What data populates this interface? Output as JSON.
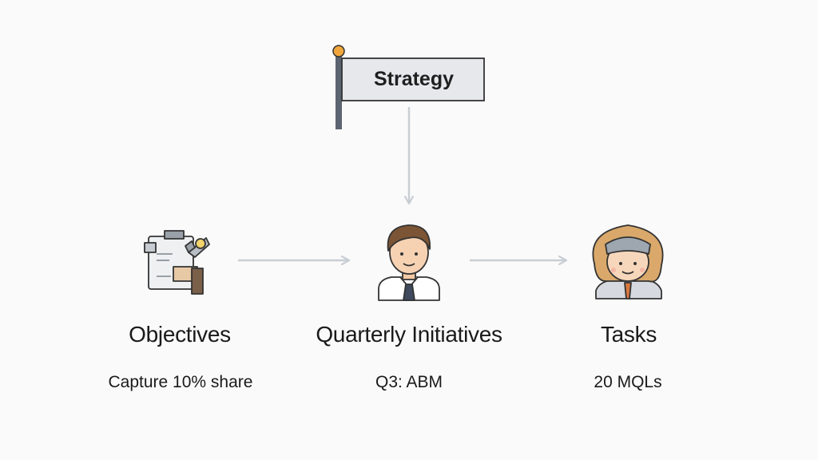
{
  "strategy": {
    "label": "Strategy"
  },
  "nodes": [
    {
      "id": "objectives",
      "title": "Objectives",
      "subtitle": "Capture 10% share"
    },
    {
      "id": "initiatives",
      "title": "Quarterly Initiatives",
      "subtitle": "Q3: ABM"
    },
    {
      "id": "tasks",
      "title": "Tasks",
      "subtitle": "20 MQLs"
    }
  ],
  "colors": {
    "background": "#fafafa",
    "arrow": "#c9ced4",
    "flag_fill": "#e6e8ec",
    "flag_pole": "#5b6470",
    "flag_knob": "#f0a63c",
    "text": "#1a1a1a"
  },
  "icons": {
    "objectives": "clipboard-tools-icon",
    "initiatives": "businessman-avatar-icon",
    "tasks": "woman-worker-avatar-icon"
  }
}
